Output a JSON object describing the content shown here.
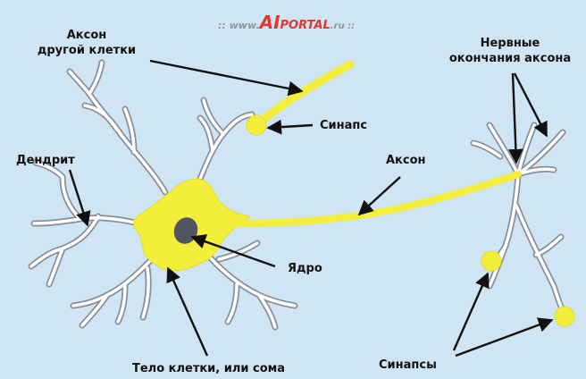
{
  "watermark": {
    "prefix": ":: www.",
    "brand": "AI",
    "suffix": "PORTAL",
    "tld": ".ru ::"
  },
  "labels": {
    "axon_other_line1": "Аксон",
    "axon_other_line2": "другой клетки",
    "synapse": "Синапс",
    "nerve_endings_line1": "Нервные",
    "nerve_endings_line2": "окончания аксона",
    "dendrite": "Дендрит",
    "axon": "Аксон",
    "nucleus": "Ядро",
    "soma": "Тело клетки, или сома",
    "synapses": "Синапсы"
  },
  "colors": {
    "background": "#cfe5f4",
    "cell_fill": "#f2ee3a",
    "dendrite_outline": "#8a8f98",
    "dendrite_fill": "#ffffff",
    "nucleus": "#4f5660",
    "arrow": "#111111",
    "watermark_red": "#e4362c",
    "watermark_grey": "#8c96a0"
  }
}
